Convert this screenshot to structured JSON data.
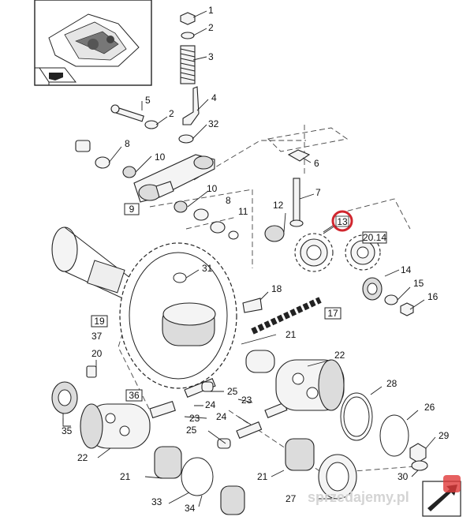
{
  "callouts": {
    "c1": "1",
    "c2a": "2",
    "c3": "3",
    "c4": "4",
    "c5": "5",
    "c2b": "2",
    "c32": "32",
    "c8a": "8",
    "c10a": "10",
    "c6": "6",
    "c7": "7",
    "c10b": "10",
    "c8b": "8",
    "c11": "11",
    "c12": "12",
    "c31": "31",
    "c14": "14",
    "c15": "15",
    "c16": "16",
    "c18": "18",
    "c37": "37",
    "c21a": "21",
    "c22a": "22",
    "c20": "20",
    "c28": "28",
    "c25a": "25",
    "c24a": "24",
    "c23a": "23",
    "c23b": "23",
    "c24b": "24",
    "c26": "26",
    "c25b": "25",
    "c35": "35",
    "c29": "29",
    "c22b": "22",
    "c21b": "21",
    "c21c": "21",
    "c30": "30",
    "c33": "33",
    "c34": "34",
    "c27": "27"
  },
  "boxed_refs": {
    "b9": "9",
    "b19": "19",
    "b17": "17",
    "b36": "36",
    "b20_14": "20.14"
  },
  "highlighted_ref": {
    "label": "13",
    "color": "#d0262e"
  },
  "watermark": "sprzedajemy.pl",
  "colors": {
    "highlight": "#d0262e",
    "watermark_bg": "#e03a3a"
  }
}
